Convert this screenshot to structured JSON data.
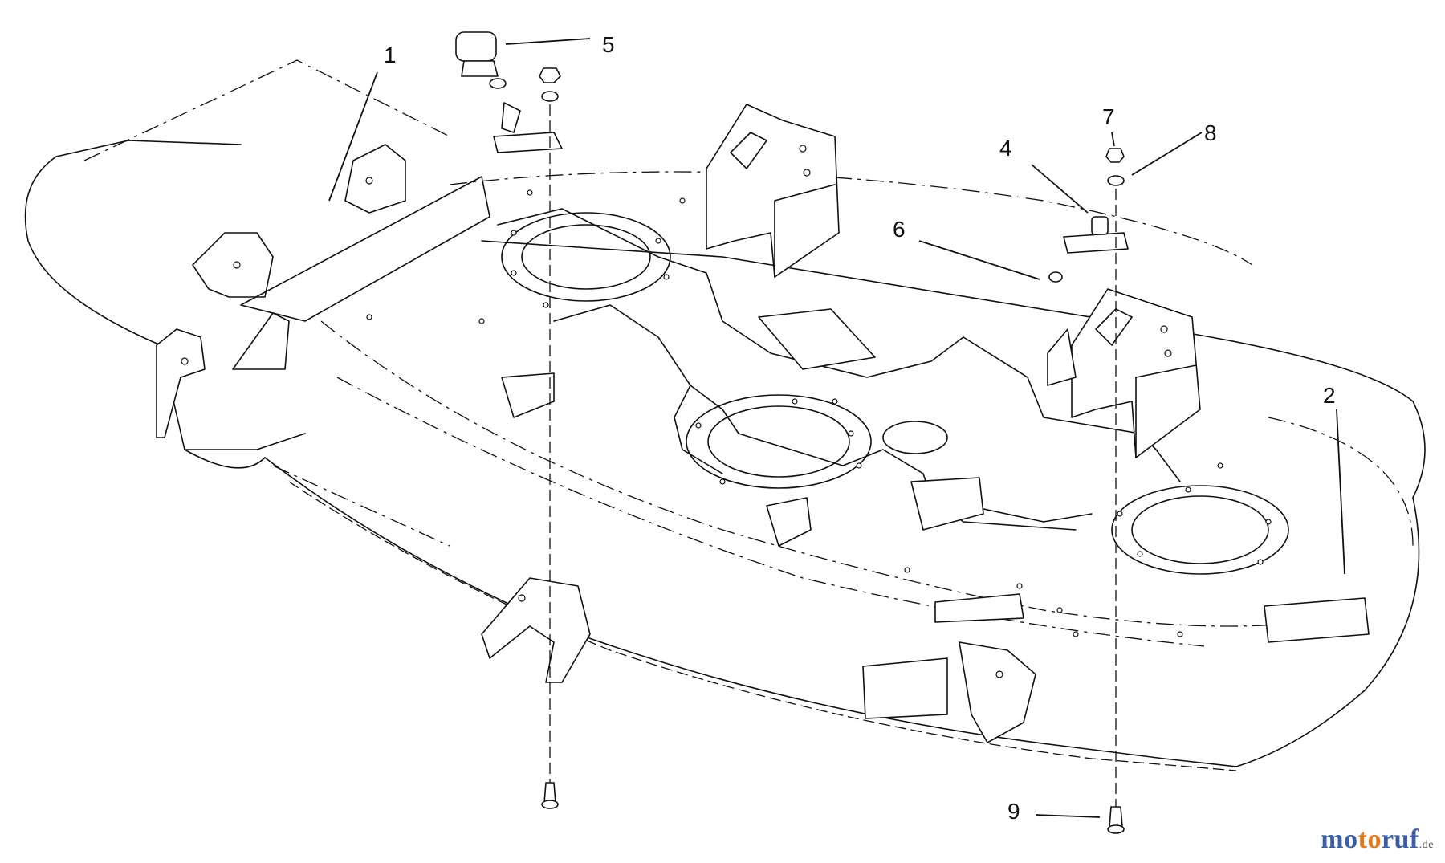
{
  "diagram": {
    "callouts": [
      {
        "id": "1",
        "label": "1"
      },
      {
        "id": "2",
        "label": "2"
      },
      {
        "id": "4",
        "label": "4"
      },
      {
        "id": "5",
        "label": "5"
      },
      {
        "id": "6",
        "label": "6"
      },
      {
        "id": "7",
        "label": "7"
      },
      {
        "id": "8",
        "label": "8"
      },
      {
        "id": "9",
        "label": "9"
      }
    ]
  },
  "watermark": {
    "part_a": "mo",
    "part_b": "to",
    "part_c": "ruf",
    "tld": ".de"
  }
}
